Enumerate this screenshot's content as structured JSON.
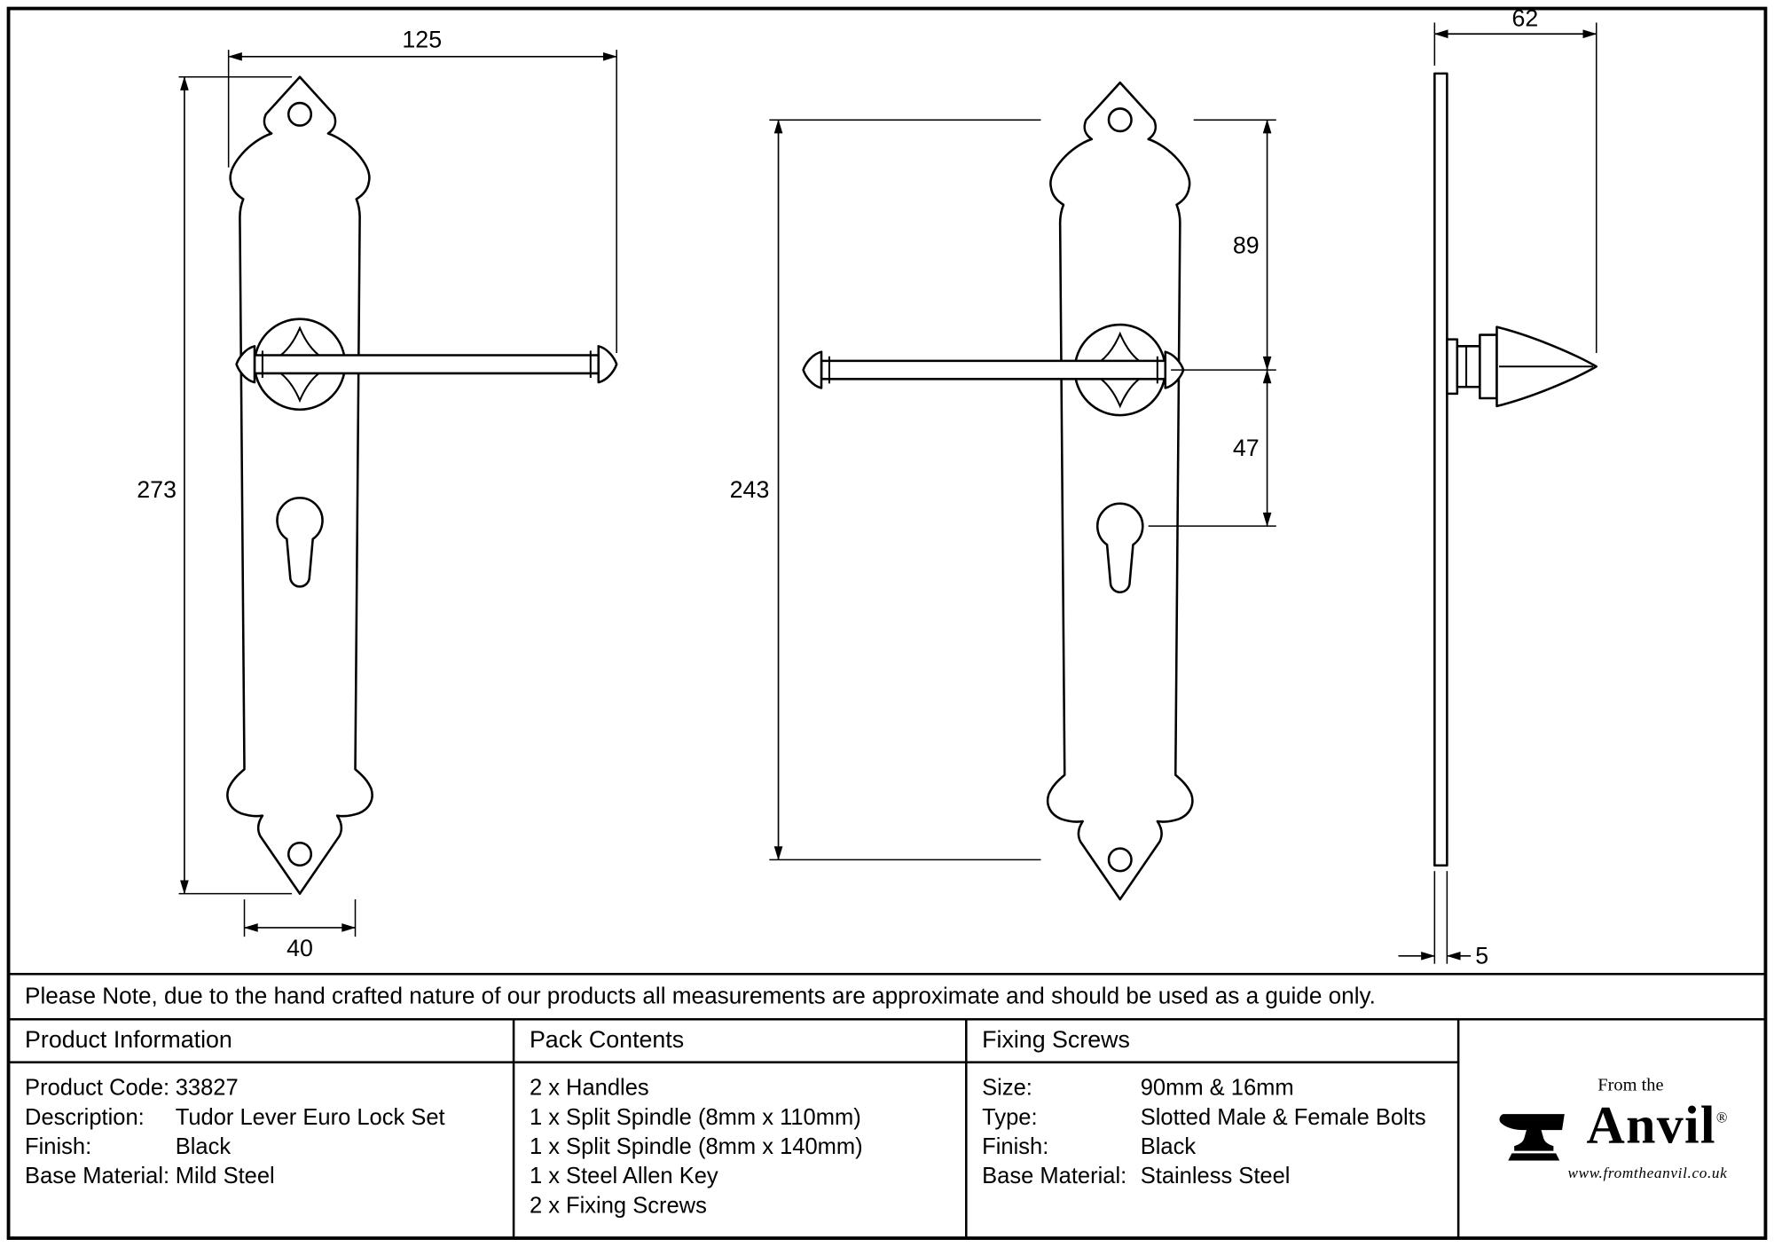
{
  "dimensions": {
    "overall_width": "125",
    "overall_height": "273",
    "bottom_width": "40",
    "fixing_centres": "243",
    "top_to_lever": "89",
    "lever_to_keyhole": "47",
    "projection": "62",
    "plate_thickness": "5"
  },
  "note": "Please Note, due to the hand crafted nature of our products all measurements are approximate and should be used as a guide only.",
  "table": {
    "product_info": {
      "header": "Product Information",
      "rows": [
        {
          "label": "Product Code:",
          "value": "33827"
        },
        {
          "label": "Description:",
          "value": "Tudor Lever Euro Lock Set"
        },
        {
          "label": "Finish:",
          "value": "Black"
        },
        {
          "label": "Base Material:",
          "value": "Mild Steel"
        }
      ]
    },
    "pack_contents": {
      "header": "Pack Contents",
      "items": [
        "2 x Handles",
        "1 x Split Spindle (8mm x 110mm)",
        "1 x Split Spindle (8mm x 140mm)",
        "1 x Steel Allen Key",
        "2 x Fixing Screws"
      ]
    },
    "fixing_screws": {
      "header": "Fixing Screws",
      "rows": [
        {
          "label": "Size:",
          "value": "90mm & 16mm"
        },
        {
          "label": "Type:",
          "value": "Slotted Male & Female Bolts"
        },
        {
          "label": "Finish:",
          "value": "Black"
        },
        {
          "label": "Base Material:",
          "value": "Stainless Steel"
        }
      ]
    }
  },
  "logo": {
    "tagline": "From the",
    "brand": "Anvil",
    "registered": "®",
    "website": "www.fromtheanvil.co.uk"
  }
}
